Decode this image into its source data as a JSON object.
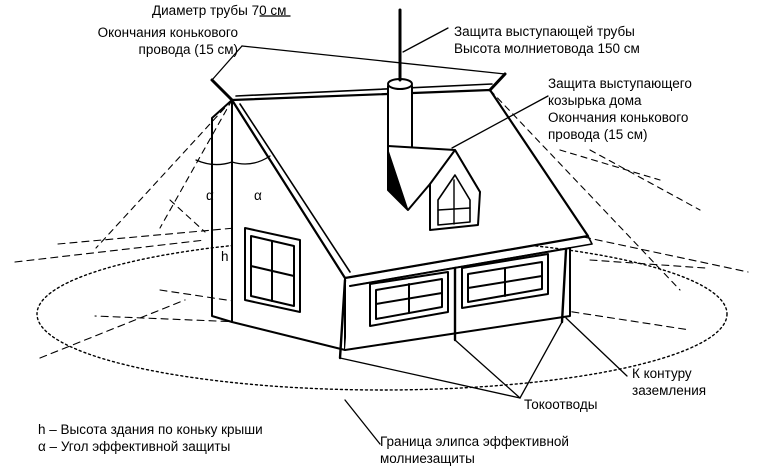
{
  "colors": {
    "line": "#000000",
    "background": "#ffffff"
  },
  "labels": {
    "pipe_diameter": "Диаметр трубы 70 см",
    "ridge_ends_left": [
      "Окончания конькового",
      "провода (15 см)"
    ],
    "pipe_protection": [
      "Защита выступающей трубы",
      "Высота молниетовода 150 см"
    ],
    "canopy_protection": [
      "Защита выступающего",
      "козырька дома",
      "Окончания конькового",
      "провода (15 см)"
    ],
    "ground_contour": [
      "К контуру",
      "заземления"
    ],
    "down_conductors": "Токоотводы",
    "ellipse_boundary": [
      "Граница элипса эффективной",
      "молниезащиты"
    ],
    "symbol_h": "h",
    "symbol_alpha_left": "α",
    "symbol_alpha_right": "α"
  },
  "legend": [
    "h – Высота здания по коньку крыши",
    "α – Угол эффективной защиты"
  ]
}
